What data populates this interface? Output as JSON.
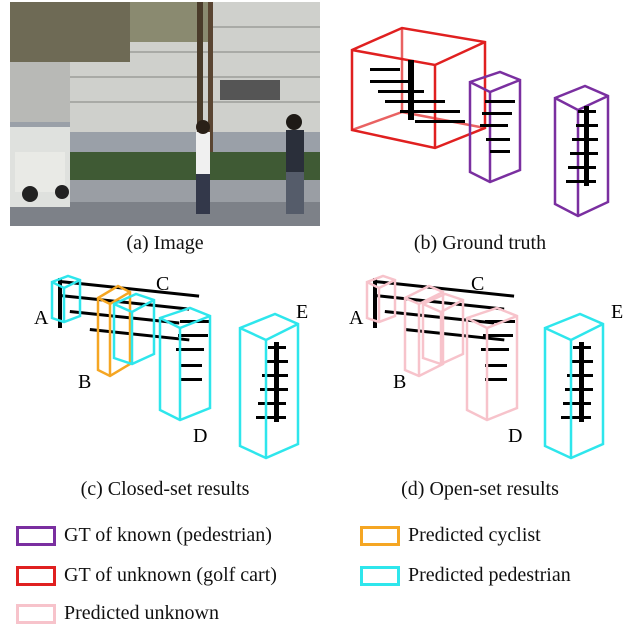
{
  "captions": {
    "a": "(a) Image",
    "b": "(b) Ground truth",
    "c": "(c) Closed-set results",
    "d": "(d) Open-set results"
  },
  "box_labels": {
    "c": [
      "A",
      "B",
      "C",
      "D",
      "E"
    ],
    "d": [
      "A",
      "B",
      "C",
      "D",
      "E"
    ]
  },
  "legend": [
    {
      "label": "GT of known (pedestrian)",
      "color": "#7a2fa0"
    },
    {
      "label": "Predicted cyclist",
      "color": "#f5a623"
    },
    {
      "label": "GT of unknown (golf cart)",
      "color": "#e02020"
    },
    {
      "label": "Predicted pedestrian",
      "color": "#2ee6ec"
    },
    {
      "label": "Predicted unknown",
      "color": "#f7c3cb"
    }
  ]
}
